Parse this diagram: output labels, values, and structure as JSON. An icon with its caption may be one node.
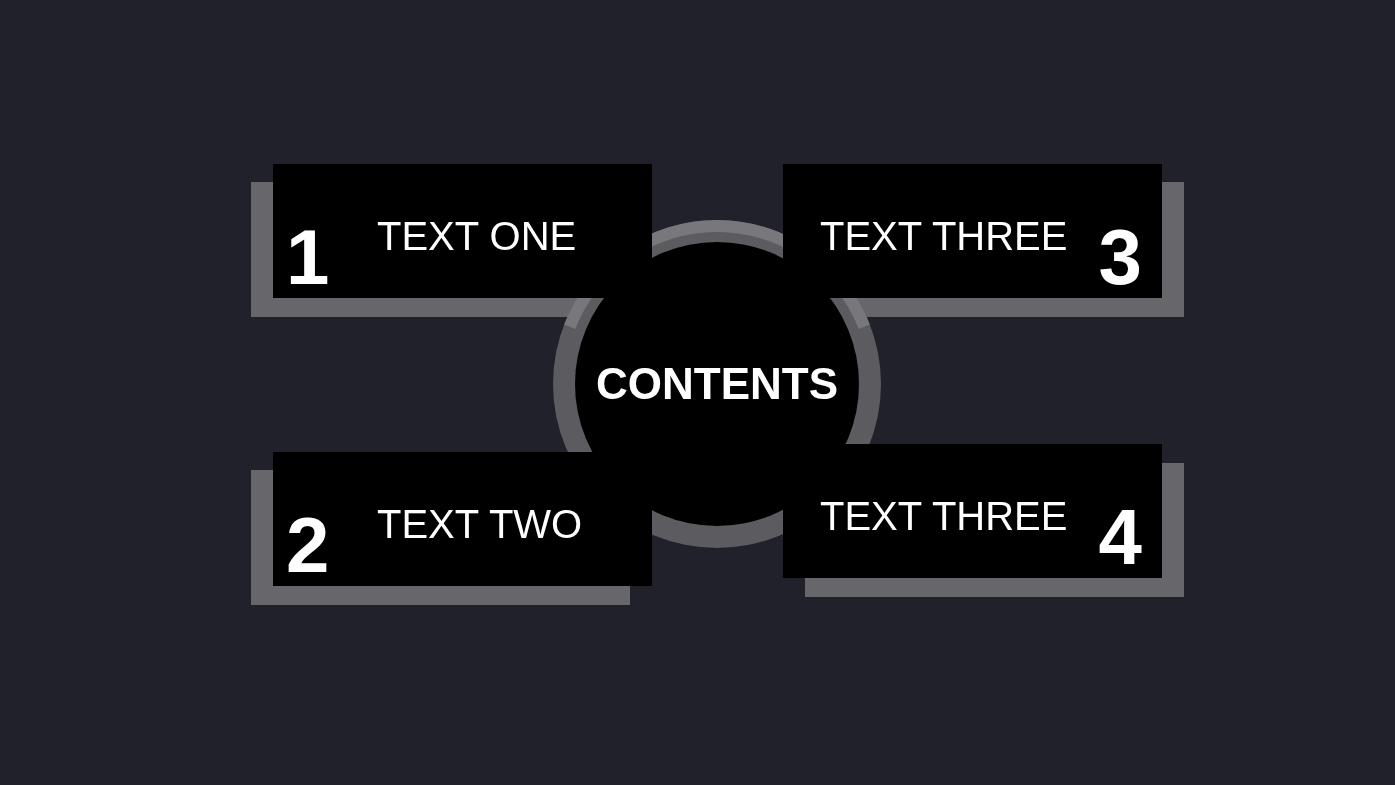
{
  "diagram": {
    "nodes": [
      {
        "text": [
          "1",
          "TEXT ONE"
        ]
      },
      {
        "text": [
          "TEXT THREE",
          "3"
        ]
      },
      {
        "text": [
          "CONTENTS"
        ]
      },
      {
        "text": [
          "2",
          "TEXT TWO"
        ]
      },
      {
        "text": [
          "TEXT THREE",
          "4"
        ]
      }
    ]
  }
}
